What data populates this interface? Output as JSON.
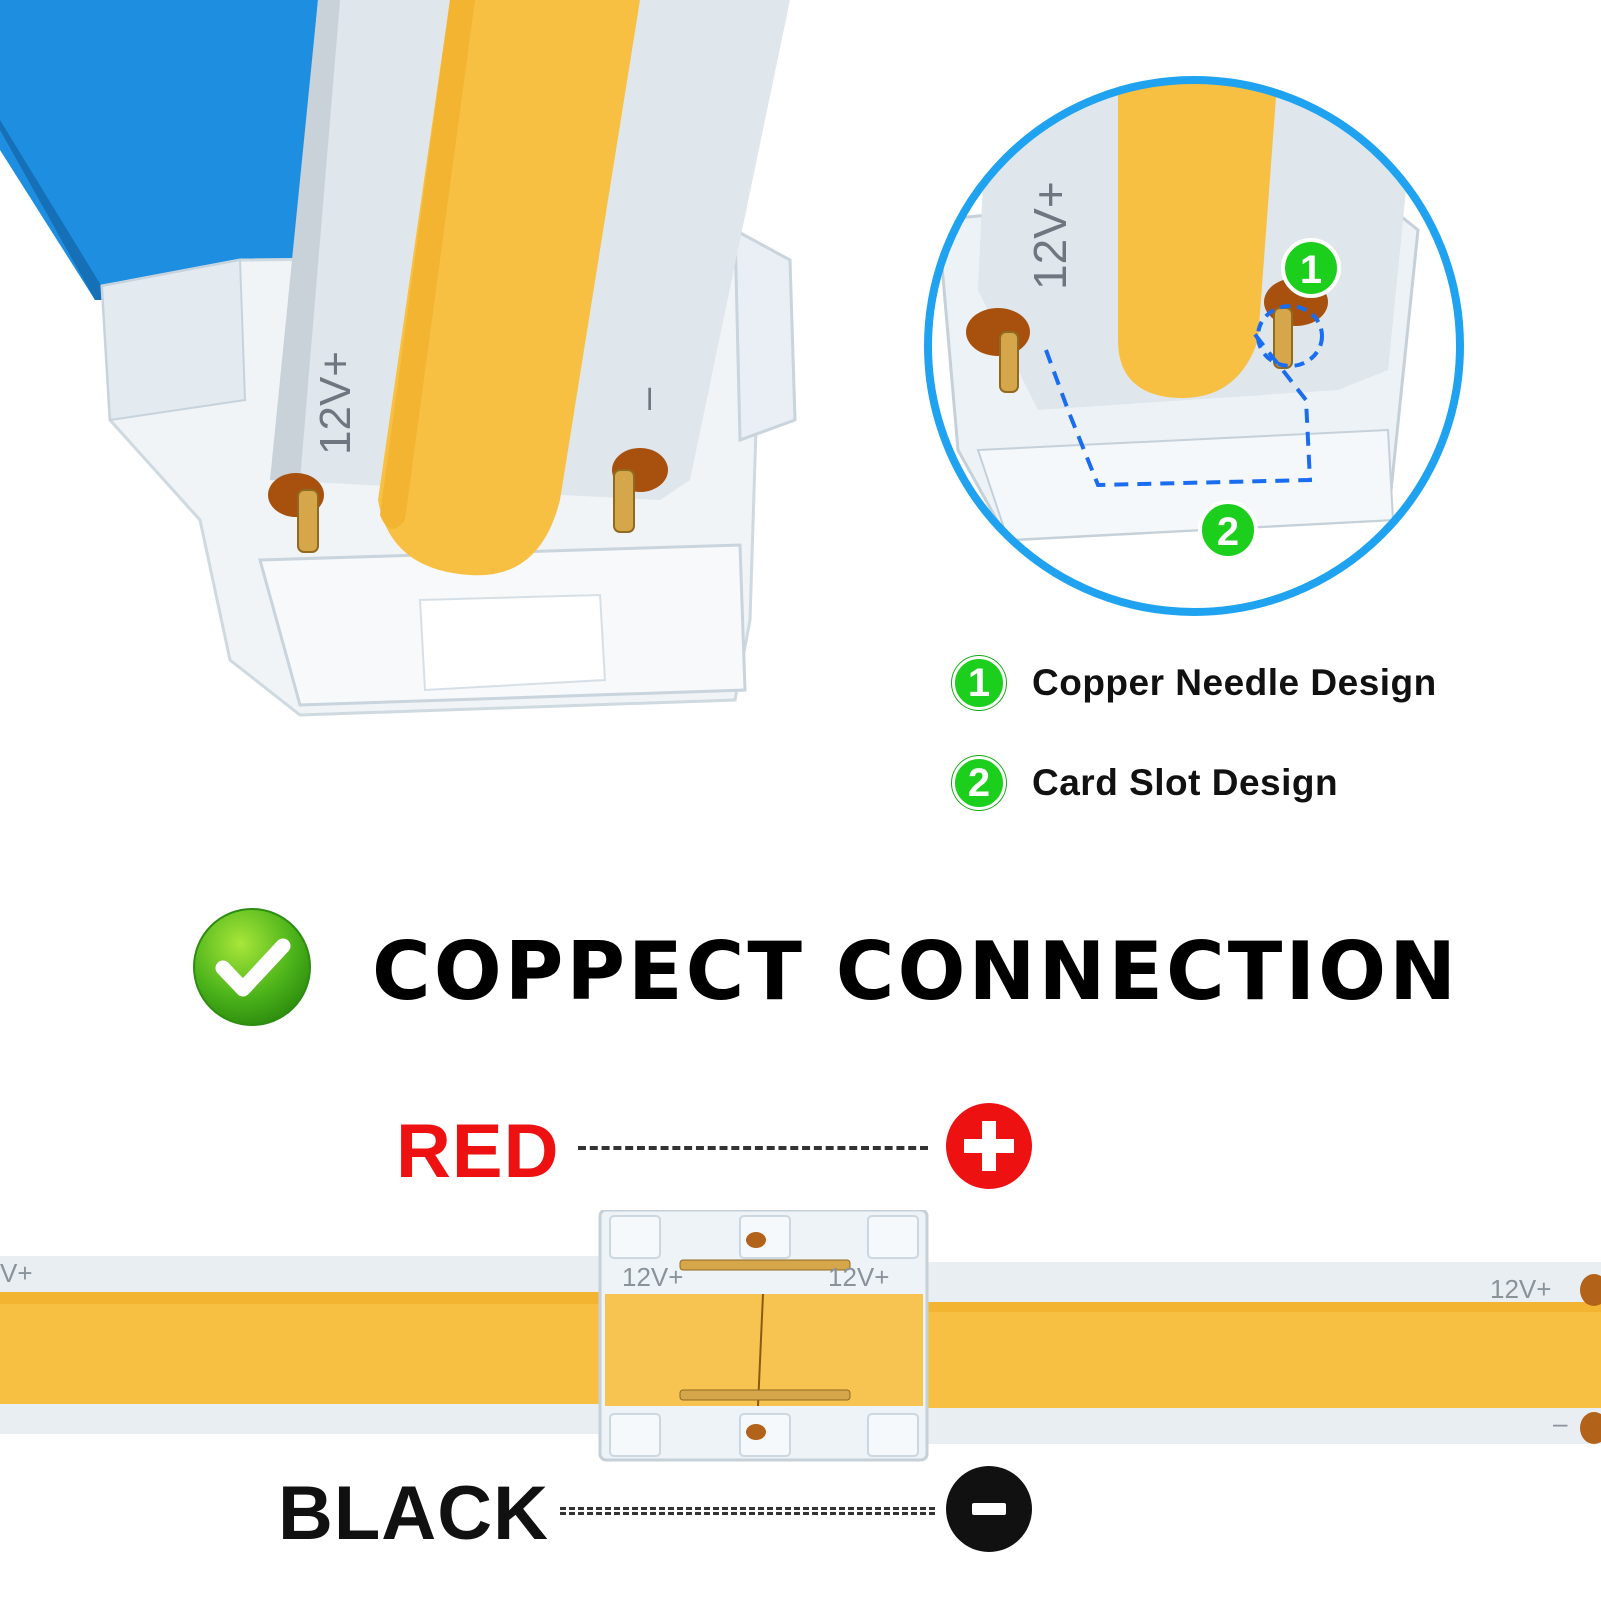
{
  "top_photo": {
    "strip_label_positive": "12V+",
    "strip_label_negative": "–"
  },
  "zoom_inset": {
    "strip_label_positive": "12V+",
    "marker_1": "1",
    "marker_2": "2",
    "border_color": "#1fa3f0",
    "dash_color": "#1a6cf0"
  },
  "legend": {
    "items": [
      {
        "number": "1",
        "label": "Copper Needle Design"
      },
      {
        "number": "2",
        "label": "Card Slot Design"
      }
    ],
    "badge_color": "#1ccf1c"
  },
  "headline": {
    "text": "COPPECT CONNECTION",
    "icon": "green-check-icon"
  },
  "wiring": {
    "red_label": "RED",
    "black_label": "BLACK",
    "positive_icon": "plus-circle-icon",
    "negative_icon": "minus-circle-icon",
    "red_color": "#ee1111",
    "black_color": "#111111"
  },
  "bottom_strip": {
    "left_label": "V+",
    "connector_label_left": "12V+",
    "connector_label_right": "12V+",
    "right_label": "12V+",
    "right_negative": "–",
    "led_color": "#f7c043"
  }
}
